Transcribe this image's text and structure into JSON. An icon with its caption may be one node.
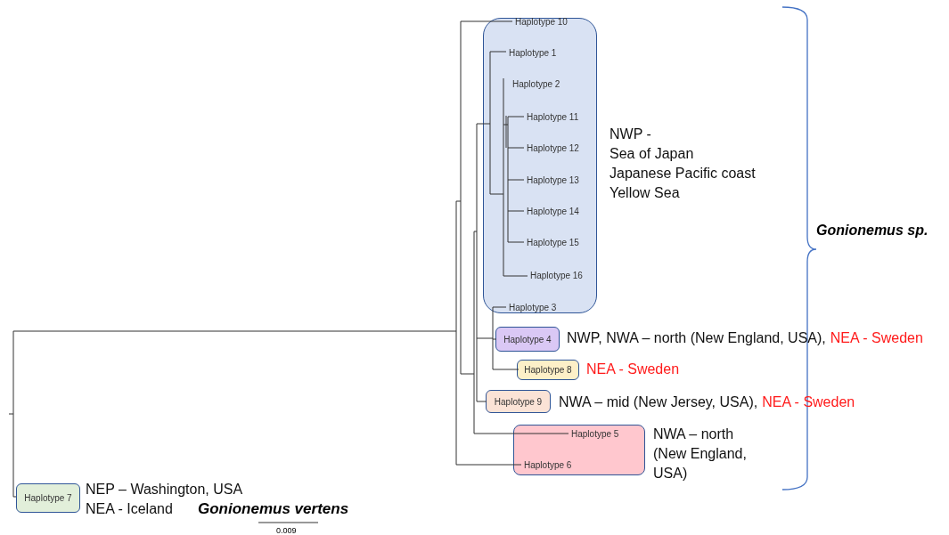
{
  "diagram": {
    "nodes": [
      {
        "text": [],
        "shape": "box",
        "beside": [
          "NWP -",
          "Sea of Japan",
          "Japanese Pacific coast",
          "Yellow Sea"
        ]
      },
      {
        "text": [
          "Haplotype 10"
        ],
        "in": 0
      },
      {
        "text": [
          "Haplotype 1"
        ],
        "in": 0
      },
      {
        "text": [
          "Haplotype 2"
        ],
        "in": 0
      },
      {
        "text": [
          "Haplotype 11"
        ],
        "in": 0
      },
      {
        "text": [
          "Haplotype 12"
        ],
        "in": 0
      },
      {
        "text": [
          "Haplotype 13"
        ],
        "in": 0
      },
      {
        "text": [
          "Haplotype 14"
        ],
        "in": 0
      },
      {
        "text": [
          "Haplotype 15"
        ],
        "in": 0
      },
      {
        "text": [
          "Haplotype 16"
        ],
        "in": 0
      },
      {
        "text": [
          "Haplotype 3"
        ],
        "in": 0
      },
      {
        "text": [
          "Haplotype 4"
        ],
        "beside": [
          "NWP, NWA – north (New England, USA),",
          "NEA - Sweden"
        ]
      },
      {
        "text": [
          "Haplotype 8"
        ],
        "beside": [
          "NEA - Sweden"
        ]
      },
      {
        "text": [
          "Haplotype 9"
        ],
        "beside": [
          "NWA – mid (New Jersey, USA),",
          "NEA - Sweden"
        ]
      },
      {
        "text": [],
        "shape": "box",
        "beside": [
          "NWA – north (New England, USA)"
        ]
      },
      {
        "text": [
          "Haplotype 5"
        ],
        "in": 14
      },
      {
        "text": [
          "Haplotype 6"
        ],
        "in": 14
      },
      {
        "text": [
          "Haplotype 7"
        ],
        "beside": [
          "NEP – Washington, USA",
          "NEA - Iceland"
        ]
      }
    ],
    "labels": [
      "Gonionemus sp.",
      "Gonionemus vertens",
      "0.009"
    ]
  }
}
